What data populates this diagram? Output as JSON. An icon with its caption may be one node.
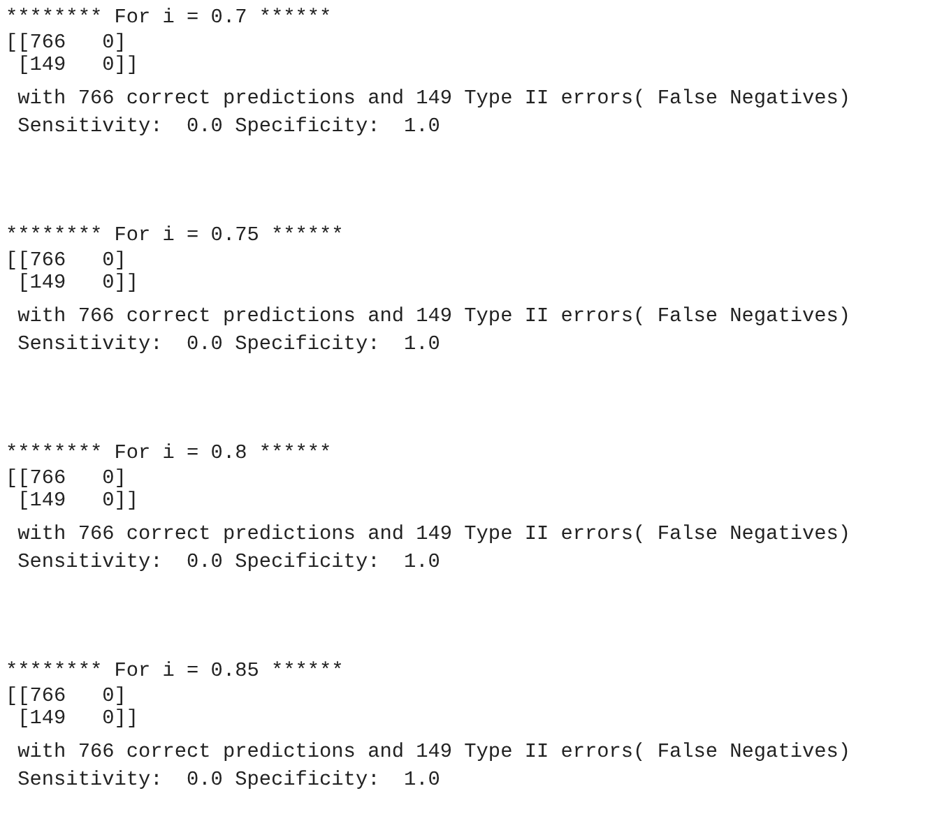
{
  "diagram": {
    "labels": [
      "******** For i = 0.7 ******",
      "[[766   0]",
      " [149   0]]",
      " with 766 correct predictions and 149 Type II errors( False Negatives)",
      " Sensitivity:  0.0 Specificity:  1.0",
      "******** For i = 0.75 ******",
      "[[766   0]",
      " [149   0]]",
      " with 766 correct predictions and 149 Type II errors( False Negatives)",
      " Sensitivity:  0.0 Specificity:  1.0",
      "******** For i = 0.8 ******",
      "[[766   0]",
      " [149   0]]",
      " with 766 correct predictions and 149 Type II errors( False Negatives)",
      " Sensitivity:  0.0 Specificity:  1.0",
      "******** For i = 0.85 ******",
      "[[766   0]",
      " [149   0]]",
      " with 766 correct predictions and 149 Type II errors( False Negatives)",
      " Sensitivity:  0.0 Specificity:  1.0"
    ]
  }
}
